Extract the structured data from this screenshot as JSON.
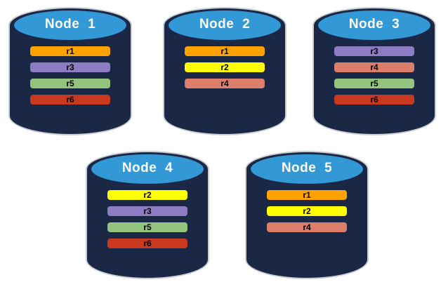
{
  "palette": {
    "background": "#FFFFFF",
    "cylinder_body": "#1A2745",
    "cylinder_top": "#3399D6",
    "cylinder_outline": "#C9CDD4",
    "title_text": "#FFFFFF",
    "bar_text": "#000000"
  },
  "replica_colors": {
    "r1": "#FFA200",
    "r2": "#FFFF00",
    "r3": "#8D7CC2",
    "r4": "#DD7E6B",
    "r5": "#93C47D",
    "r6": "#C9391F"
  },
  "nodes": [
    {
      "label": "Node 1",
      "replicas": [
        {
          "label": "r1",
          "color": "#FFA200"
        },
        {
          "label": "r3",
          "color": "#8D7CC2"
        },
        {
          "label": "r5",
          "color": "#93C47D"
        },
        {
          "label": "r6",
          "color": "#C9391F"
        }
      ]
    },
    {
      "label": "Node 2",
      "replicas": [
        {
          "label": "r1",
          "color": "#FFA200"
        },
        {
          "label": "r2",
          "color": "#FFFF00"
        },
        {
          "label": "r4",
          "color": "#DD7E6B"
        }
      ]
    },
    {
      "label": "Node 3",
      "replicas": [
        {
          "label": "r3",
          "color": "#8D7CC2"
        },
        {
          "label": "r4",
          "color": "#DD7E6B"
        },
        {
          "label": "r5",
          "color": "#93C47D"
        },
        {
          "label": "r6",
          "color": "#C9391F"
        }
      ]
    },
    {
      "label": "Node 4",
      "replicas": [
        {
          "label": "r2",
          "color": "#FFFF00"
        },
        {
          "label": "r3",
          "color": "#8D7CC2"
        },
        {
          "label": "r5",
          "color": "#93C47D"
        },
        {
          "label": "r6",
          "color": "#C9391F"
        }
      ]
    },
    {
      "label": "Node 5",
      "replicas": [
        {
          "label": "r1",
          "color": "#FFA200"
        },
        {
          "label": "r2",
          "color": "#FFFF00"
        },
        {
          "label": "r4",
          "color": "#DD7E6B"
        }
      ]
    }
  ]
}
